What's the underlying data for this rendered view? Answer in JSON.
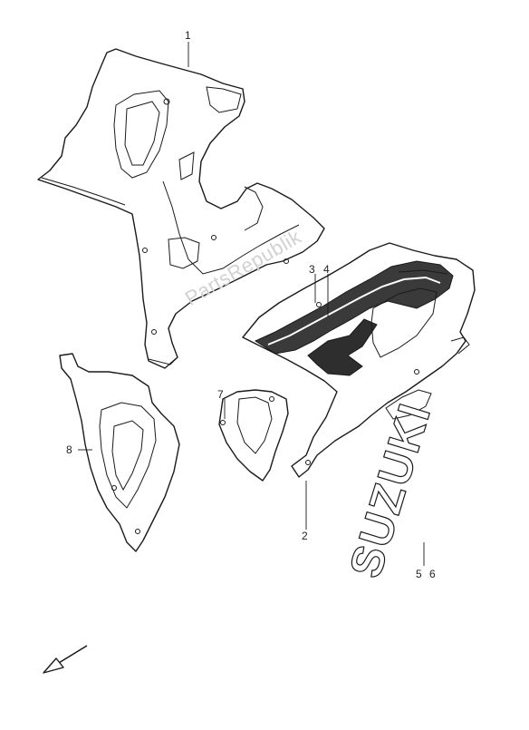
{
  "watermark": "PartsRepublik",
  "emblem_text": "SUZUKI",
  "callouts": {
    "c1": "1",
    "c2": "2",
    "c3": "3",
    "c4": "4",
    "c5": "5",
    "c6": "6",
    "c7": "7",
    "c8": "8"
  }
}
